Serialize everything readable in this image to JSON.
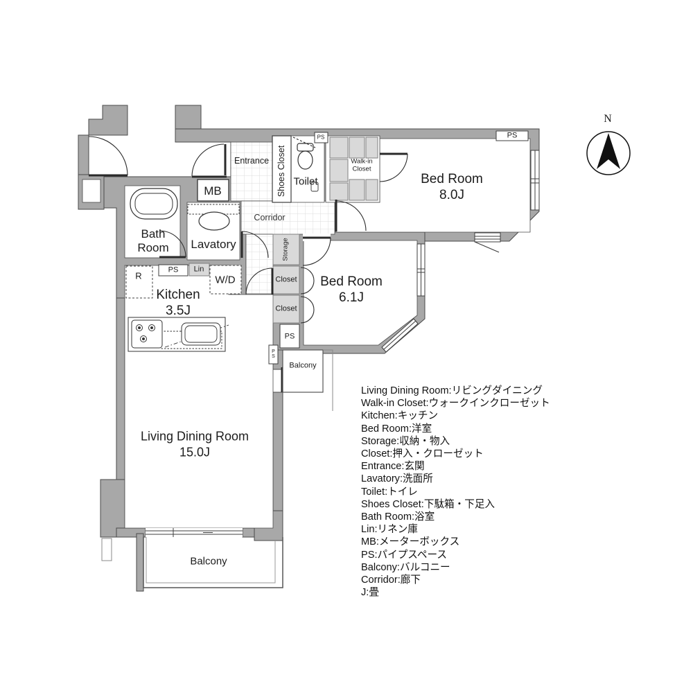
{
  "plan": {
    "rooms": {
      "entrance": "Entrance",
      "shoes_closet": "Shoes Closet",
      "toilet": "Toilet",
      "walk_in_closet_line1": "Walk-in",
      "walk_in_closet_line2": "Closet",
      "bed_room_8": {
        "name": "Bed Room",
        "size": "8.0J"
      },
      "bed_room_6": {
        "name": "Bed Room",
        "size": "6.1J"
      },
      "bath_room_line1": "Bath",
      "bath_room_line2": "Room",
      "lavatory": "Lavatory",
      "corridor": "Corridor",
      "kitchen": {
        "name": "Kitchen",
        "size": "3.5J"
      },
      "living_dining": {
        "name": "Living Dining Room",
        "size": "15.0J"
      },
      "balcony_small": "Balcony",
      "balcony_main": "Balcony",
      "storage": "Storage",
      "closet_upper": "Closet",
      "closet_lower": "Closet"
    },
    "small_boxes": {
      "mb": "MB",
      "lin": "Lin",
      "wd": "W/D",
      "refrigerator": "R",
      "ps_toilet": "PS",
      "ps_top": "PS",
      "ps_kitchen": "PS",
      "ps_mid": "PS",
      "ps_small": "PS"
    },
    "compass": {
      "north": "N"
    },
    "colors": {
      "wall": "#a8a8a8",
      "wall_line": "#4a4a4a",
      "hatch": "#d9d9d9",
      "tile_line": "#dcdcdc"
    }
  },
  "legend": {
    "items": [
      "Living Dining Room:リビングダイニング",
      "Walk-in Closet:ウォークインクローゼット",
      "Kitchen:キッチン",
      "Bed Room:洋室",
      "Storage:収納・物入",
      "Closet:押入・クローゼット",
      "Entrance:玄関",
      "Lavatory:洗面所",
      "Toilet:トイレ",
      "Shoes Closet:下駄箱・下足入",
      "Bath Room:浴室",
      "Lin:リネン庫",
      "MB:メーターボックス",
      "PS:パイプスペース",
      "Balcony:バルコニー",
      "Corridor:廊下",
      "J:畳"
    ]
  }
}
